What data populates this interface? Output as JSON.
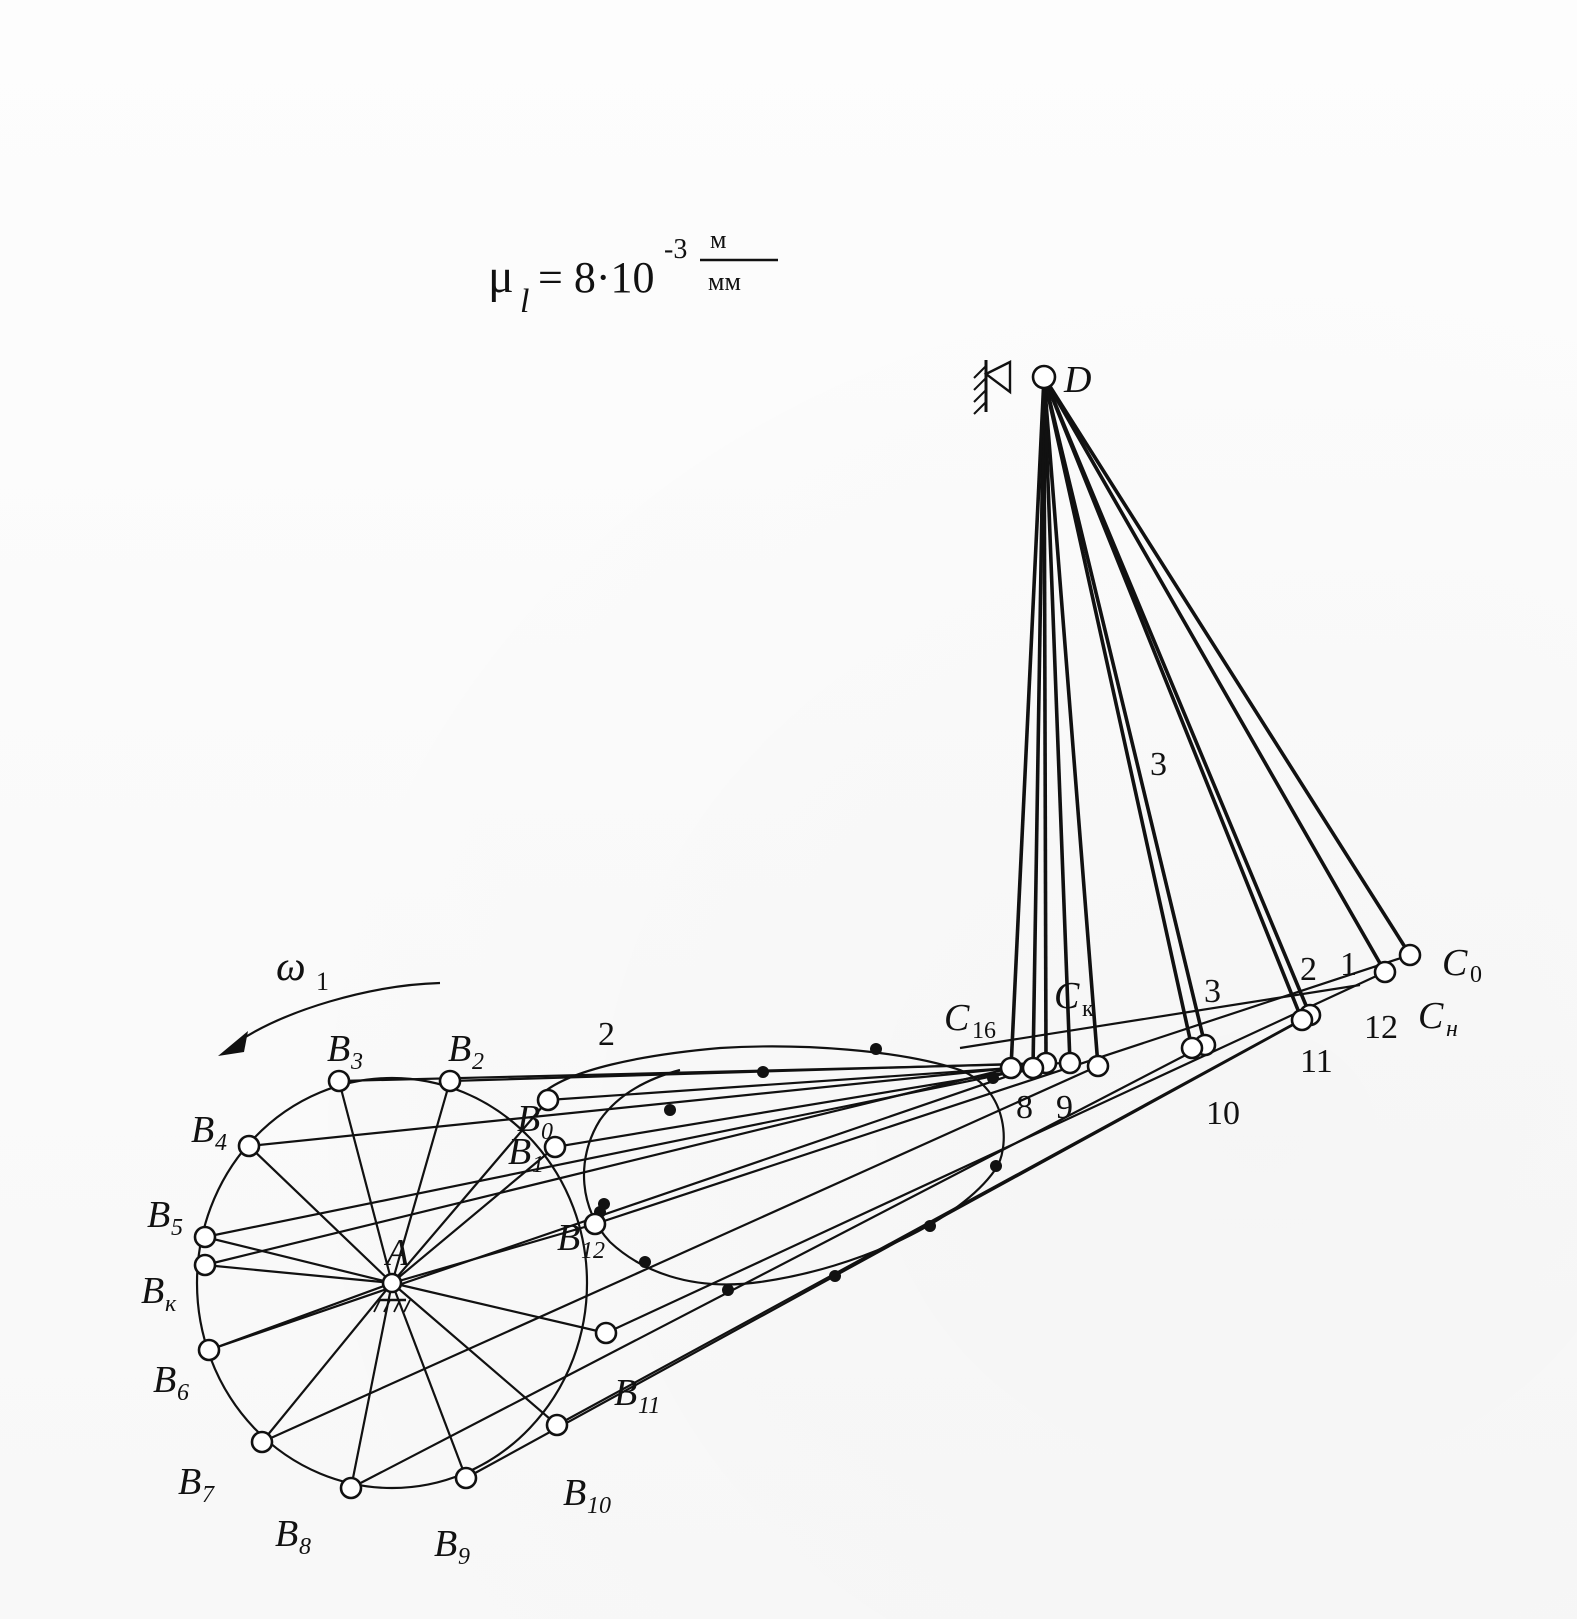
{
  "scale": {
    "symbol": "μ",
    "subscript": "l",
    "equals_value": "= 8·10",
    "exponent": "-3",
    "unit_numerator": "м",
    "unit_denominator": "мм"
  },
  "labels": {
    "D": "D",
    "A": "A",
    "omega": "ω",
    "omega_sub": "1",
    "link2": "2",
    "link3": "3",
    "C0": "C",
    "C0_sub": "0",
    "Ck": "C",
    "Ck_sub": "к",
    "Cn": "C",
    "Cn_sub": "н",
    "C16": "C",
    "C16_sub": "16"
  },
  "crank_points": [
    {
      "name": "B",
      "sub": "2"
    },
    {
      "name": "B",
      "sub": "3"
    },
    {
      "name": "B",
      "sub": "4"
    },
    {
      "name": "B",
      "sub": "5"
    },
    {
      "name": "B",
      "sub": "к"
    },
    {
      "name": "B",
      "sub": "6"
    },
    {
      "name": "B",
      "sub": "7"
    },
    {
      "name": "B",
      "sub": "8"
    },
    {
      "name": "B",
      "sub": "9"
    },
    {
      "name": "B",
      "sub": "10"
    },
    {
      "name": "B",
      "sub": "11"
    },
    {
      "name": "B",
      "sub": "12"
    },
    {
      "name": "B",
      "sub": "0"
    },
    {
      "name": "B",
      "sub": "1"
    }
  ],
  "rocker_position_numbers": [
    "1",
    "2",
    "3",
    "8",
    "9",
    "10",
    "11",
    "12"
  ]
}
